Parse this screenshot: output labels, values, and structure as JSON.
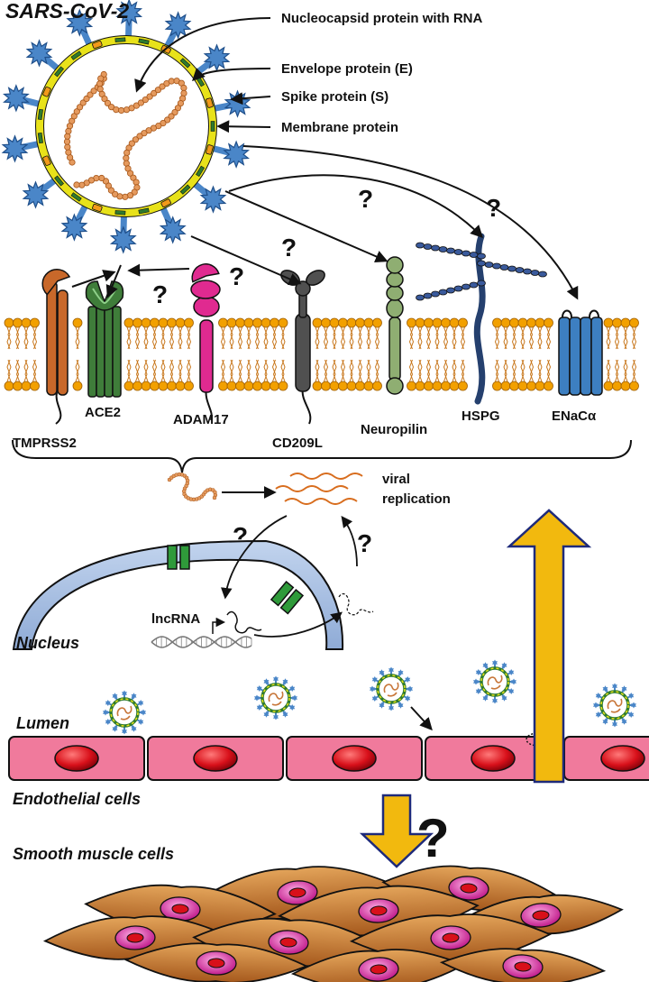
{
  "title": "SARS-CoV-2",
  "virus_parts": {
    "nucleocapsid": "Nucleocapsid protein with RNA",
    "envelope": "Envelope protein (E)",
    "spike": "Spike protein (S)",
    "membrane": "Membrane protein"
  },
  "receptors": {
    "tmprss2": "TMPRSS2",
    "ace2": "ACE2",
    "adam17": "ADAM17",
    "cd209l": "CD209L",
    "neuropilin": "Neuropilin",
    "hspg": "HSPG",
    "enac": "ENaCα"
  },
  "replication": {
    "label_line1": "viral",
    "label_line2": "replication"
  },
  "nucleus": {
    "label": "Nucleus",
    "lncrna": "lncRNA"
  },
  "vessel": {
    "lumen": "Lumen",
    "endothelial": "Endothelial cells",
    "smooth_muscle": "Smooth muscle cells"
  },
  "question_mark": "?",
  "colors": {
    "spike": "#4a86c8",
    "envelope_yellow": "#e8e21a",
    "membrane_green": "#2e7a2e",
    "rna_orange": "#e59a5e",
    "lipid_head": "#f2a000",
    "tmprss2": "#c8682a",
    "ace2": "#3f7d3a",
    "adam17": "#e02a90",
    "cd209l": "#505050",
    "neuropilin": "#8fae72",
    "hspg": "#25406e",
    "enac": "#3d7fc1",
    "endothelial": "#f07a9c",
    "nucleus_red": "#d8101a",
    "smooth_muscle": "#c8782c",
    "arrow_gold": "#f2b90e"
  }
}
